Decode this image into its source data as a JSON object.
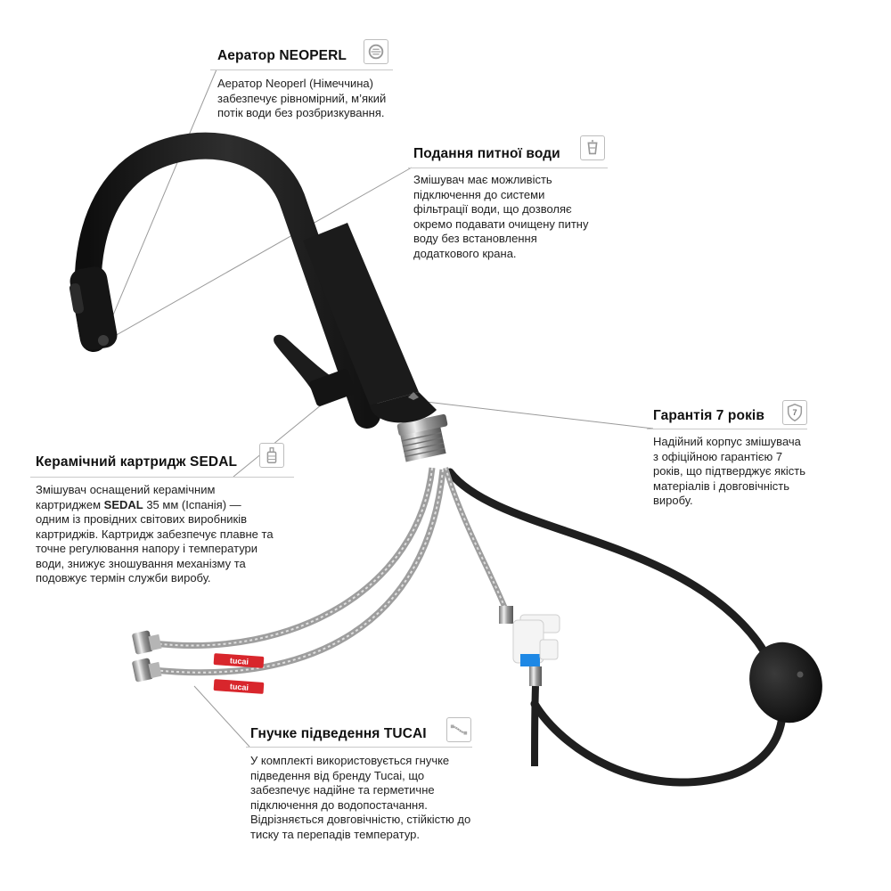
{
  "callouts": {
    "aerator": {
      "title": "Аератор NEOPERL",
      "text": "Аератор Neoperl (Німеччина) забезпечує рівномірний, м’який потік води без розбризкування.",
      "icon": "aerator-icon"
    },
    "drinking_water": {
      "title": "Подання питної води",
      "text": "Змішувач має можливість підключення до системи фільтрації води, що дозволяє окремо подавати очищену питну воду без встановлення додаткового крана.",
      "icon": "water-glass-icon"
    },
    "warranty": {
      "title": "Гарантія 7 років",
      "text": "Надійний корпус змішувача з офіційною гарантією 7 років, що підтверджує якість матеріалів і довговічність виробу.",
      "icon": "warranty-shield-icon",
      "badge_number": "7"
    },
    "cartridge": {
      "title": "Керамічний картридж SEDAL",
      "text_before": "Змішувач оснащений керамічним картриджем ",
      "text_bold": "SEDAL",
      "text_after": " 35 мм (Іспанія) — одним із провідних світових виробників картриджів. Картридж забезпечує плавне та точне регулювання напору і температури води, знижує зношування механізму та подовжує термін служби виробу.",
      "icon": "cartridge-icon"
    },
    "hoses": {
      "title": "Гнучке підведення TUCAI",
      "text": "У комплекті використовується гнучке підведення від бренду Tucai, що забезпечує надійне та герметичне підключення до водопостачання. Відрізняється довговічністю, стійкістю до тиску та перепадів температур.",
      "icon": "flexible-hose-icon"
    }
  },
  "product": {
    "hose_brand_label": "tucai",
    "colors": {
      "faucet_body": "#1c1c1c",
      "hose_metal": "#a9a9a9",
      "hose_label": "#d8262c",
      "filter_valve": "#f2f2f2",
      "valve_accent": "#1e88e5"
    }
  }
}
